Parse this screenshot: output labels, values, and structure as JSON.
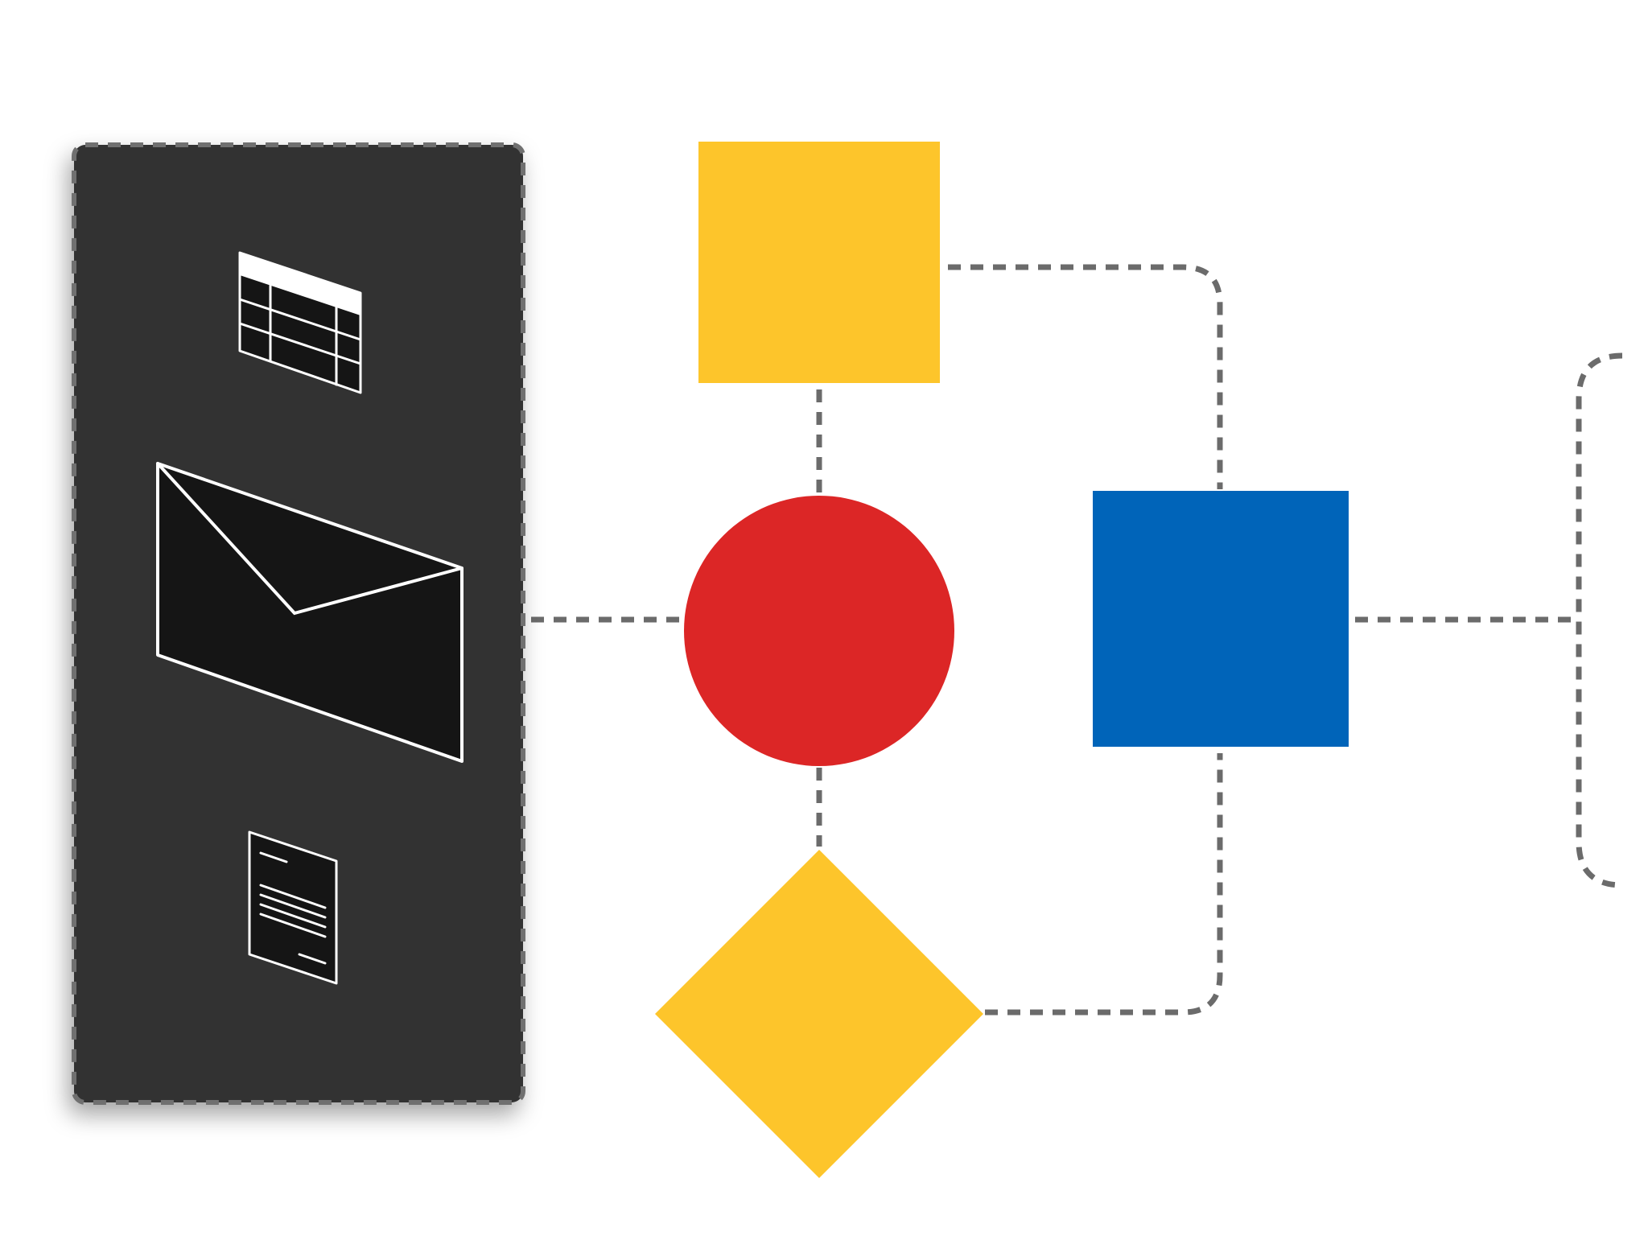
{
  "colors": {
    "background": "#ffffff",
    "panel_fill": "#303030",
    "panel_border": "#707070",
    "icon_fill": "#151515",
    "icon_stroke": "#ffffff",
    "connector": "#6b6b6b",
    "yellow": "#fdc52b",
    "red": "#dc2626",
    "blue": "#0064b9"
  },
  "panel_icons": [
    "table-icon",
    "envelope-icon",
    "document-icon"
  ],
  "nodes": [
    {
      "name": "yellow-square-node",
      "shape": "square",
      "color": "yellow"
    },
    {
      "name": "red-circle-node",
      "shape": "circle",
      "color": "red"
    },
    {
      "name": "yellow-diamond-node",
      "shape": "diamond",
      "color": "yellow"
    },
    {
      "name": "blue-square-node",
      "shape": "square",
      "color": "blue"
    }
  ],
  "edges": [
    {
      "from": "source-panel",
      "to": "red-circle-node"
    },
    {
      "from": "yellow-square-node",
      "to": "red-circle-node"
    },
    {
      "from": "red-circle-node",
      "to": "yellow-diamond-node"
    },
    {
      "from": "yellow-square-node",
      "to": "blue-square-node"
    },
    {
      "from": "yellow-diamond-node",
      "to": "blue-square-node"
    },
    {
      "from": "blue-square-node",
      "to": "target-bracket"
    }
  ]
}
